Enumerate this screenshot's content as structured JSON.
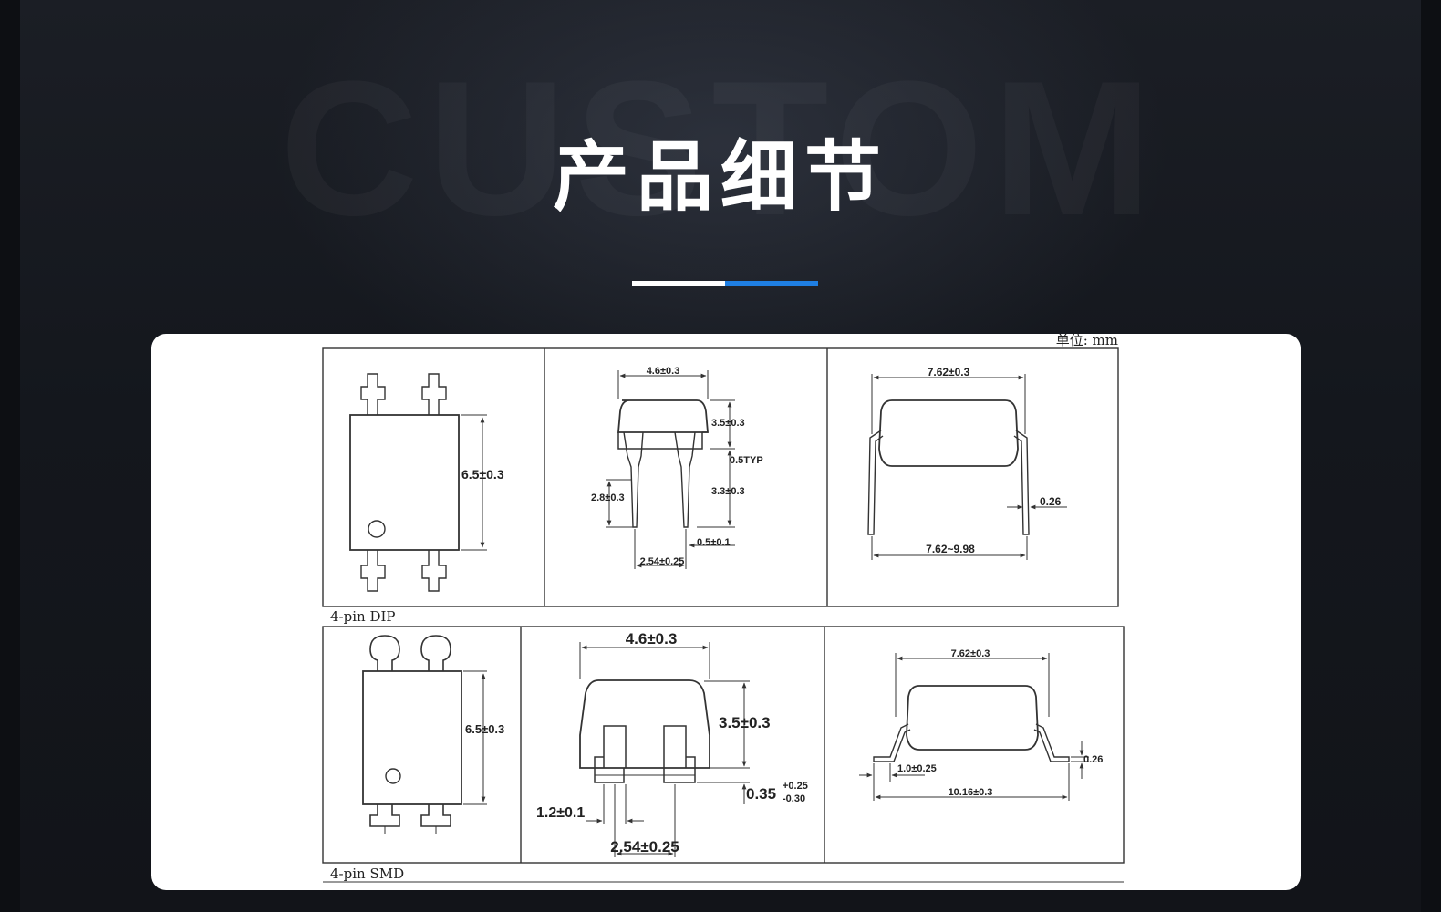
{
  "header": {
    "watermark": "CUSTOM",
    "title": "产品细节"
  },
  "colors": {
    "background": "#14171d",
    "accent_blue": "#1f7fe3",
    "card": "#ffffff",
    "line": "#333333"
  },
  "drawing": {
    "unit_label": "单位: mm",
    "dip": {
      "caption": "4-pin DIP",
      "top_height": "6.5±0.3",
      "side_width": "4.6±0.3",
      "body_height": "3.5±0.3",
      "standoff": "0.5TYP",
      "lead_length": "3.3±0.3",
      "lead_stub": "2.8±0.3",
      "lead_width": "0.5±0.1",
      "pitch": "2.54±0.25",
      "end_width": "7.62±0.3",
      "lead_thickness": "0.26",
      "lead_spread": "7.62~9.98"
    },
    "smd": {
      "caption": "4-pin SMD",
      "top_height": "6.5±0.3",
      "side_width": "4.6±0.3",
      "body_height": "3.5±0.3",
      "standoff_base": "0.35",
      "standoff_plus": "+0.25",
      "standoff_minus": "-0.30",
      "lead_width": "1.2±0.1",
      "pitch": "2.54±0.25",
      "end_width": "7.62±0.3",
      "lead_thickness": "0.26",
      "foot_length": "1.0±0.25",
      "overall_length": "10.16±0.3"
    }
  }
}
